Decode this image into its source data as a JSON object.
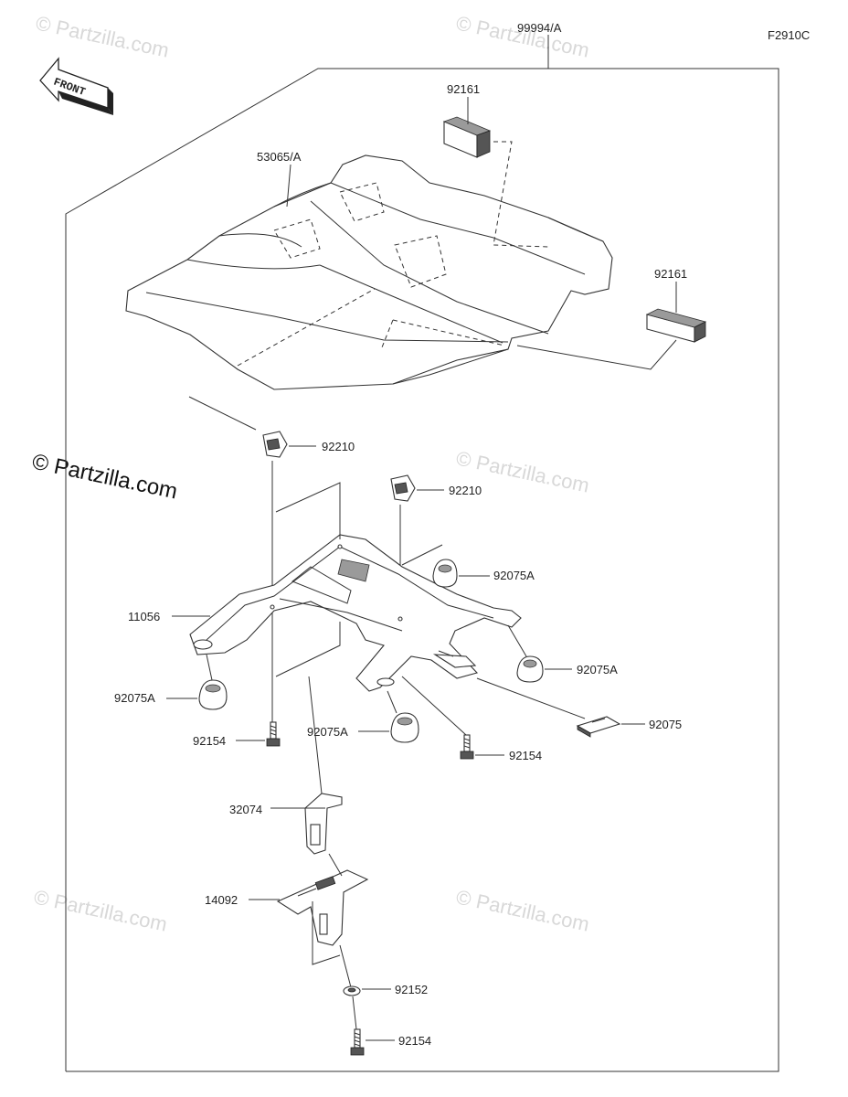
{
  "diagram": {
    "figure_code": "F2910C",
    "direction_arrow": "FRONT",
    "callouts": {
      "kit": "99994/A",
      "seat_cover": "53065/A",
      "pad_a": "92161",
      "pad_b": "92161",
      "clip_a": "92210",
      "clip_b": "92210",
      "bracket": "11056",
      "damper_a": "92075A",
      "damper_b": "92075A",
      "damper_c": "92075A",
      "damper_d": "92075A",
      "damper_plain": "92075",
      "bolt_a": "92154",
      "bolt_b": "92154",
      "bolt_c": "92154",
      "stay": "32074",
      "holder": "14092",
      "collar": "92152"
    }
  },
  "watermarks": {
    "small": "© Partzilla.com",
    "large": "© Partzilla.com"
  }
}
